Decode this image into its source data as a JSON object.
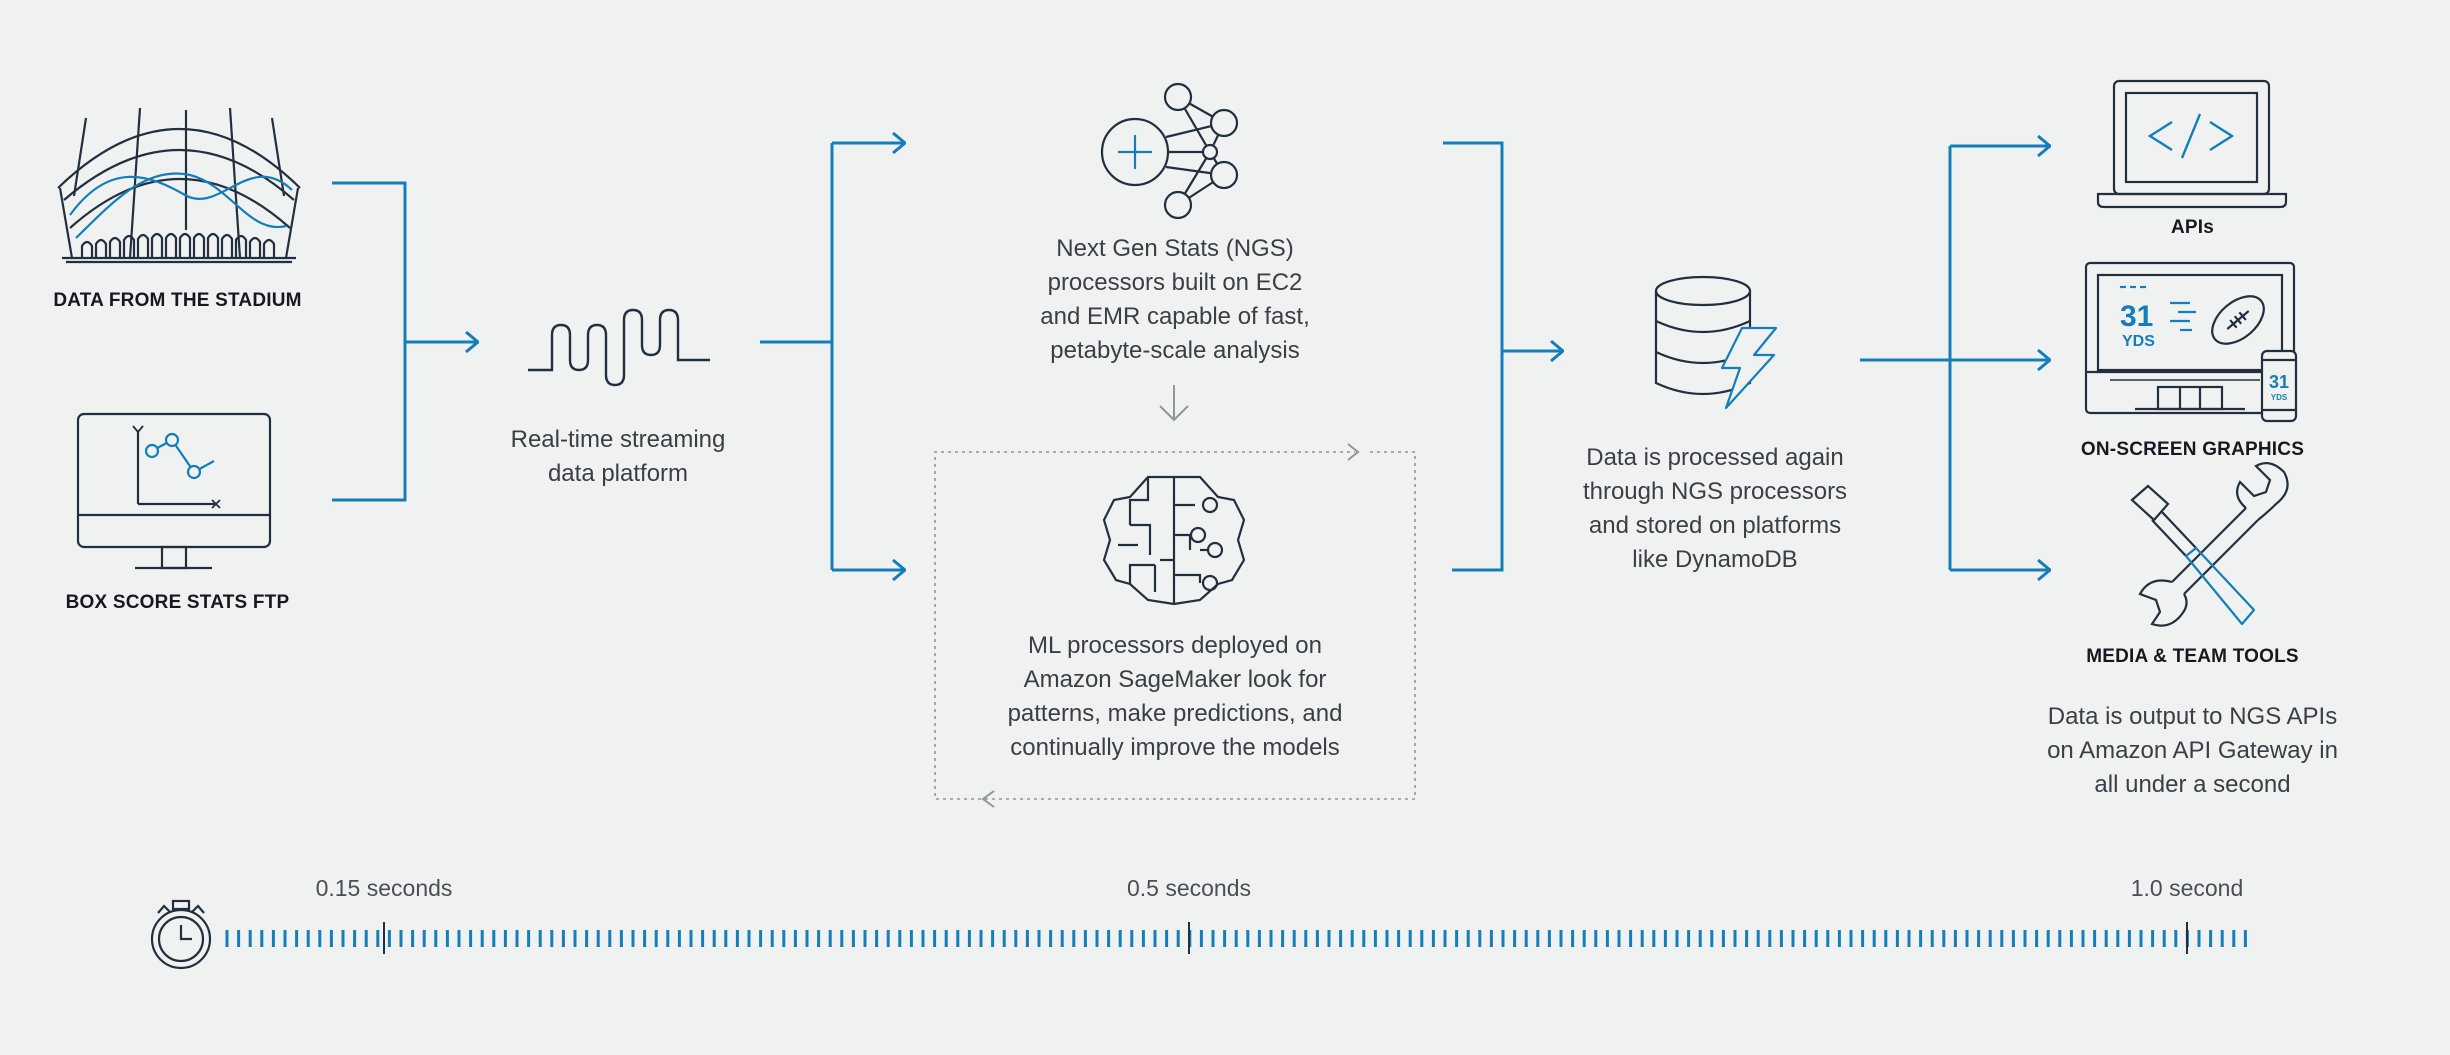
{
  "colors": {
    "accent": "#147eba",
    "ink": "#232f3e",
    "muted": "#8f969c",
    "background": "#f0f2f2"
  },
  "sources": {
    "stadium": {
      "label": "DATA FROM THE STADIUM",
      "icon": "stadium-icon"
    },
    "boxscore": {
      "label": "BOX SCORE STATS FTP",
      "icon": "monitor-chart-icon"
    }
  },
  "streaming": {
    "icon": "waveform-icon",
    "line1": "Real-time streaming",
    "line2": "data platform"
  },
  "ngs": {
    "icon": "network-nodes-icon",
    "lines": [
      "Next Gen Stats (NGS)",
      "processors built on EC2",
      "and EMR capable of fast,",
      "petabyte-scale analysis"
    ]
  },
  "ml": {
    "icon": "brain-circuit-icon",
    "lines": [
      "ML processors deployed on",
      "Amazon SageMaker look for",
      "patterns, make predictions, and",
      "continually improve the models"
    ]
  },
  "storage": {
    "icon": "database-lightning-icon",
    "lines": [
      "Data is processed again",
      "through NGS processors",
      "and stored on platforms",
      "like DynamoDB"
    ]
  },
  "outputs": {
    "apis": {
      "label": "APIs",
      "icon": "laptop-code-icon"
    },
    "graphics": {
      "label": "ON-SCREEN GRAPHICS",
      "icon": "tv-graphics-icon",
      "screen_number": "31",
      "screen_unit": "YDS"
    },
    "tools": {
      "label": "MEDIA & TEAM TOOLS",
      "icon": "wrench-screwdriver-icon"
    },
    "summary": [
      "Data is output to NGS APIs",
      "on Amazon API Gateway in",
      "all under a second"
    ]
  },
  "timeline": {
    "icon": "stopwatch-icon",
    "markers": [
      {
        "label": "0.15 seconds"
      },
      {
        "label": "0.5 seconds"
      },
      {
        "label": "1.0 second"
      }
    ]
  }
}
